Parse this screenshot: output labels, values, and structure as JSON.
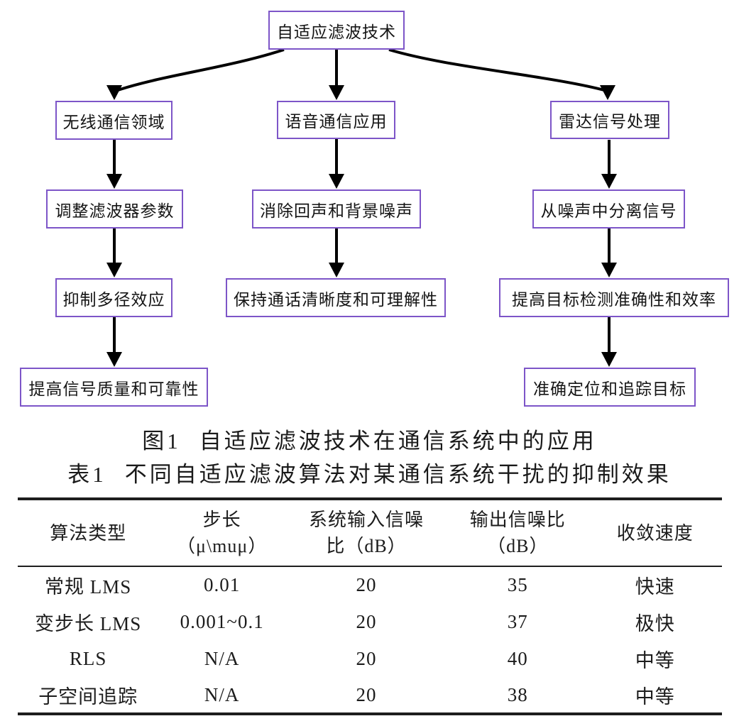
{
  "flowchart": {
    "box_border_color": "#7d55c8",
    "arrow_color": "#000000",
    "root": {
      "label": "自适应滤波技术"
    },
    "branches": [
      {
        "name": "wireless",
        "nodes": [
          "无线通信领域",
          "调整滤波器参数",
          "抑制多径效应",
          "提高信号质量和可靠性"
        ]
      },
      {
        "name": "voice",
        "nodes": [
          "语音通信应用",
          "消除回声和背景噪声",
          "保持通话清晰度和可理解性"
        ]
      },
      {
        "name": "radar",
        "nodes": [
          "雷达信号处理",
          "从噪声中分离信号",
          "提高目标检测准确性和效率",
          "准确定位和追踪目标"
        ]
      }
    ]
  },
  "figure_caption": {
    "label": "图1",
    "text": "自适应滤波技术在通信系统中的应用"
  },
  "table_caption": {
    "label": "表1",
    "text": "不同自适应滤波算法对某通信系统干扰的抑制效果"
  },
  "table": {
    "headers": [
      {
        "line1": "算法类型",
        "line2": ""
      },
      {
        "line1": "步长",
        "line2": "（μ\\muμ）"
      },
      {
        "line1": "系统输入信噪",
        "line2": "比（dB）"
      },
      {
        "line1": "输出信噪比",
        "line2": "（dB）"
      },
      {
        "line1": "收敛速度",
        "line2": ""
      }
    ],
    "rows": [
      {
        "algorithm": "常规 LMS",
        "step": "0.01",
        "input_snr": "20",
        "output_snr": "35",
        "speed": "快速"
      },
      {
        "algorithm": "变步长 LMS",
        "step": "0.001~0.1",
        "input_snr": "20",
        "output_snr": "37",
        "speed": "极快"
      },
      {
        "algorithm": "RLS",
        "step": "N/A",
        "input_snr": "20",
        "output_snr": "40",
        "speed": "中等"
      },
      {
        "algorithm": "子空间追踪",
        "step": "N/A",
        "input_snr": "20",
        "output_snr": "38",
        "speed": "中等"
      }
    ]
  }
}
